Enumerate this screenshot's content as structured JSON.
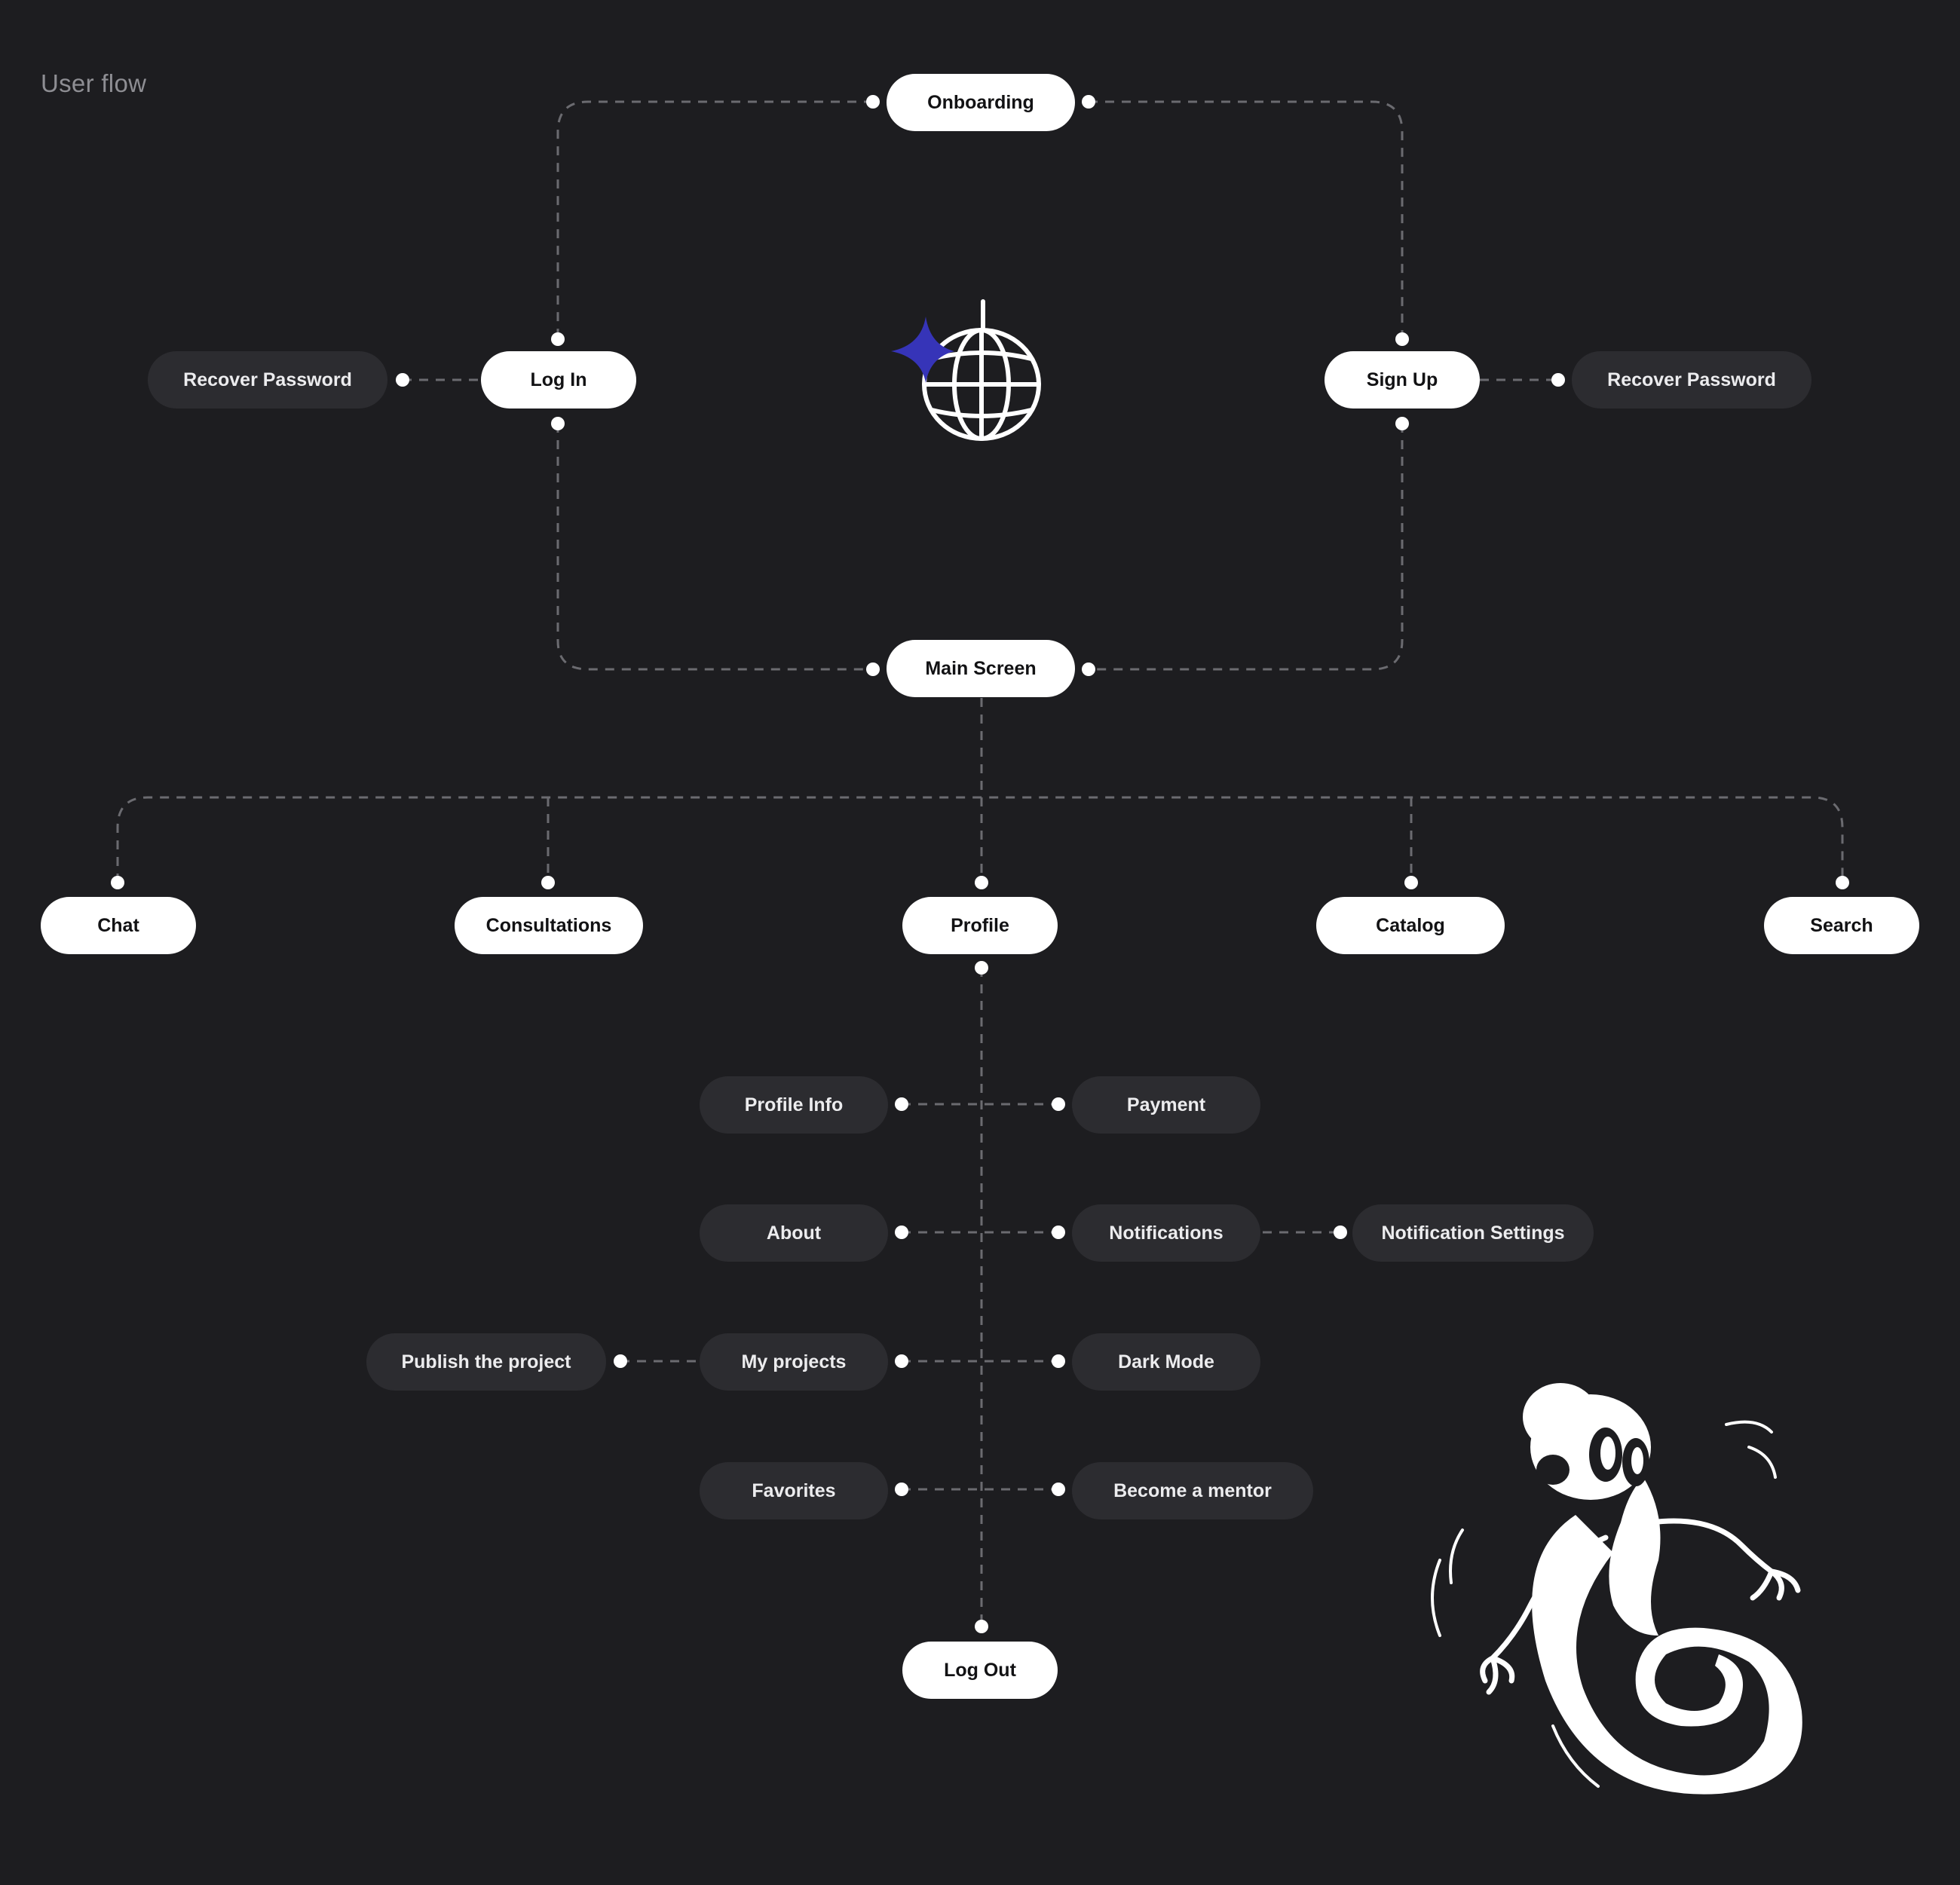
{
  "page": {
    "title": "User flow"
  },
  "nodes": {
    "onboarding": "Onboarding",
    "log_in": "Log In",
    "sign_up": "Sign Up",
    "recover_password_left": "Recover Password",
    "recover_password_right": "Recover Password",
    "main_screen": "Main Screen",
    "chat": "Chat",
    "consultations": "Consultations",
    "profile": "Profile",
    "catalog": "Catalog",
    "search": "Search",
    "profile_info": "Profile Info",
    "payment": "Payment",
    "about": "About",
    "notifications": "Notifications",
    "notification_settings": "Notification Settings",
    "publish_the_project": "Publish the project",
    "my_projects": "My projects",
    "dark_mode": "Dark Mode",
    "favorites": "Favorites",
    "become_a_mentor": "Become a mentor",
    "log_out": "Log Out"
  },
  "icons": {
    "center": "disco-globe-icon",
    "corner": "surfing-monkey-mascot"
  },
  "colors": {
    "background": "#1d1d20",
    "primary_node": "#ffffff",
    "secondary_node": "#2c2c30",
    "connector": "#6b6b70",
    "accent_sparkle": "#3634b8"
  }
}
